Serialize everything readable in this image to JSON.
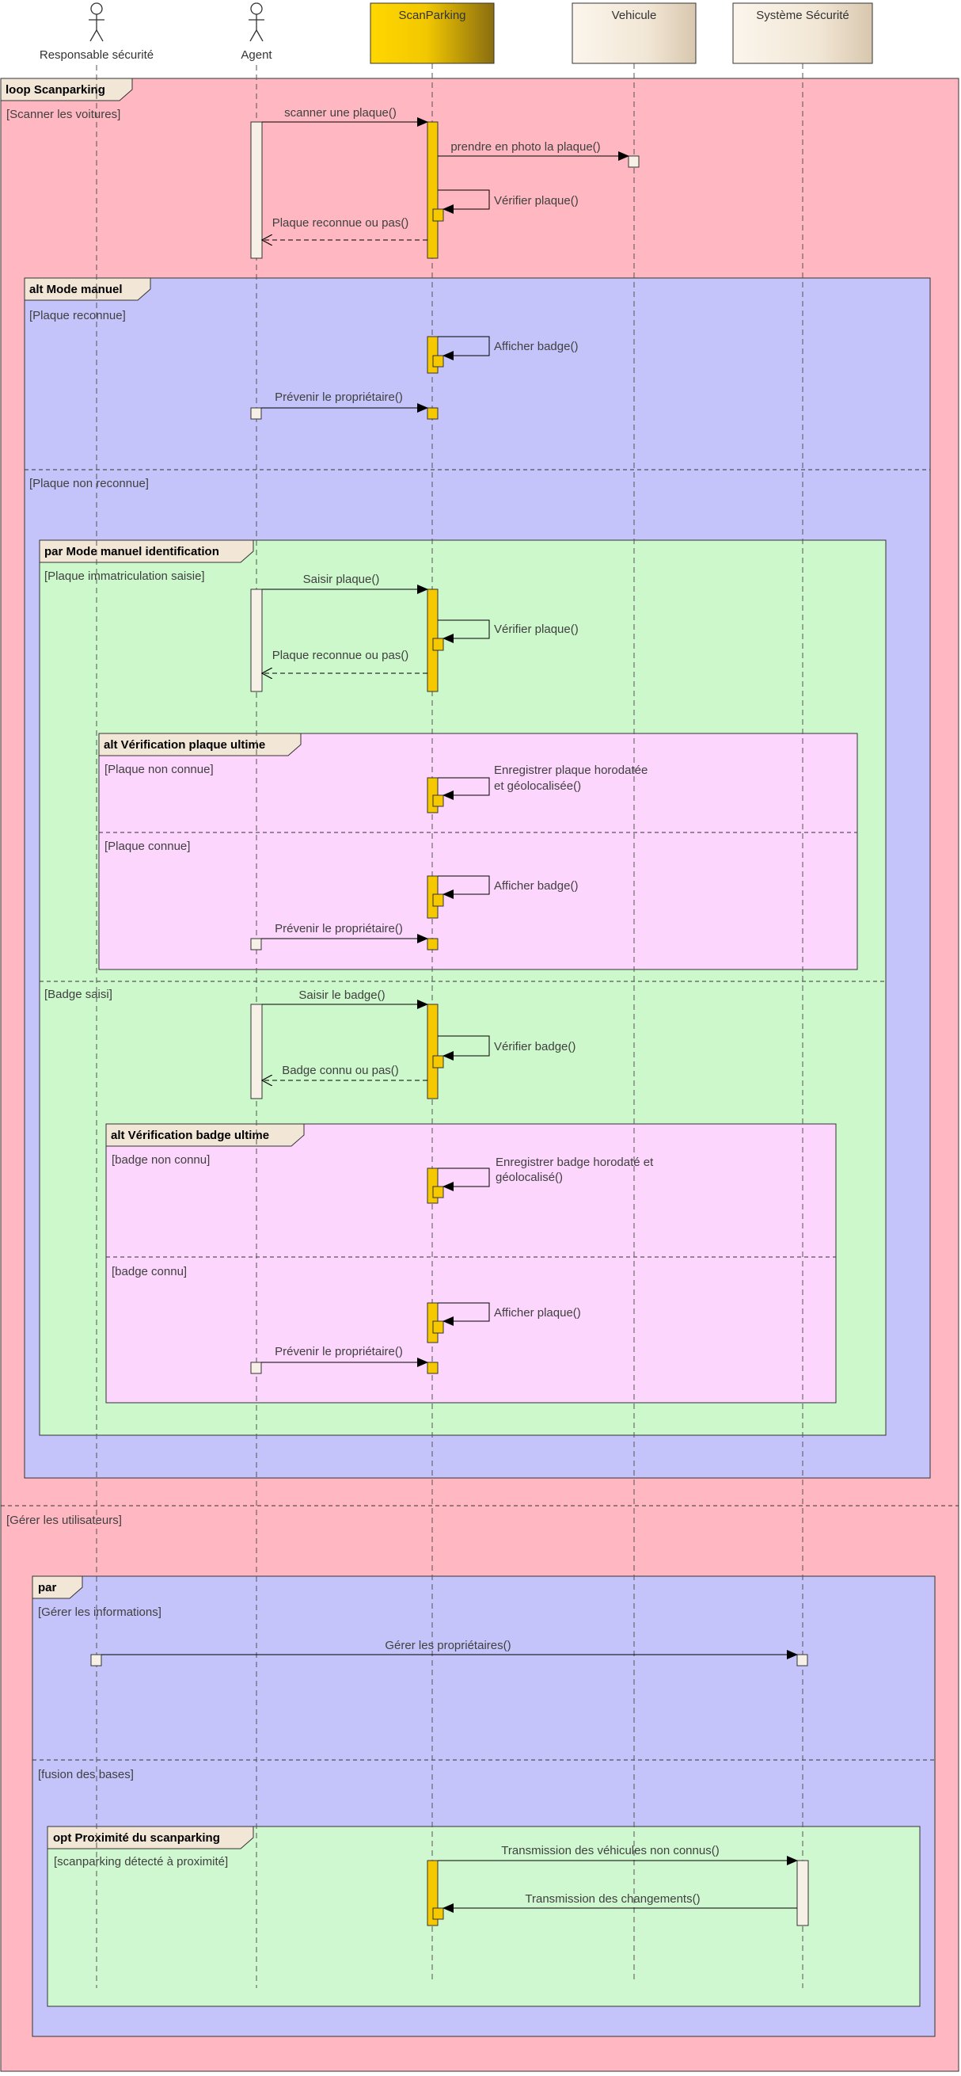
{
  "lifelines": {
    "responsable": "Responsable sécurité",
    "agent": "Agent",
    "scanparking": "ScanParking",
    "vehicule": "Vehicule",
    "systeme": "Système Sécurité"
  },
  "colors": {
    "loop_bg": "#ffb8c1",
    "alt_manual_bg": "#c4c4fb",
    "par_bg": "#ccf8cc",
    "alt_inner_bg": "#fcd6fc",
    "opt_bg": "#d0f8d0",
    "scan_activation": "#f6c800",
    "activation_light": "#f7f0e6"
  },
  "frames": {
    "loop": {
      "title": "loop Scanparking",
      "guard1": "[Scanner les voitures]",
      "guard2": "[Gérer les utilisateurs]"
    },
    "alt_manual": {
      "title": "alt Mode manuel",
      "guard1": "[Plaque reconnue]",
      "guard2": "[Plaque non reconnue]"
    },
    "par_ident": {
      "title": "par Mode manuel identification",
      "guard1": "[Plaque immatriculation saisie]",
      "guard2": "[Badge saisi]"
    },
    "alt_plaque": {
      "title": "alt Vérification plaque ultime",
      "guard1": "[Plaque non connue]",
      "guard2": "[Plaque connue]"
    },
    "alt_badge": {
      "title": "alt Vérification badge ultime",
      "guard1": "[badge non connu]",
      "guard2": "[badge connu]"
    },
    "par_users": {
      "title": "par",
      "guard1": "[Gérer les informations]",
      "guard2": "[fusion des bases]"
    },
    "opt": {
      "title": "opt Proximité du scanparking",
      "guard1": "[scanparking détecté à proximité]"
    }
  },
  "messages": {
    "m1": "scanner une plaque()",
    "m2": "prendre en photo la plaque()",
    "m3": "Vérifier plaque()",
    "m4": "Plaque reconnue ou pas()",
    "m5": "Afficher badge()",
    "m6": "Prévenir le propriétaire()",
    "m7": "Saisir plaque()",
    "m8": "Vérifier plaque()",
    "m9": "Plaque reconnue ou pas()",
    "m10a": "Enregistrer plaque horodatée",
    "m10b": "et géolocalisée()",
    "m11": "Afficher badge()",
    "m12": "Prévenir le propriétaire()",
    "m13": "Saisir le badge()",
    "m14": "Vérifier badge()",
    "m15": "Badge connu ou pas()",
    "m16a": "Enregistrer badge horodaté et",
    "m16b": "géolocalisé()",
    "m17": "Afficher plaque()",
    "m18": "Prévenir le propriétaire()",
    "m19": "Gérer les propriétaires()",
    "m20": "Transmission des véhicules non connus()",
    "m21": "Transmission des changements()"
  }
}
